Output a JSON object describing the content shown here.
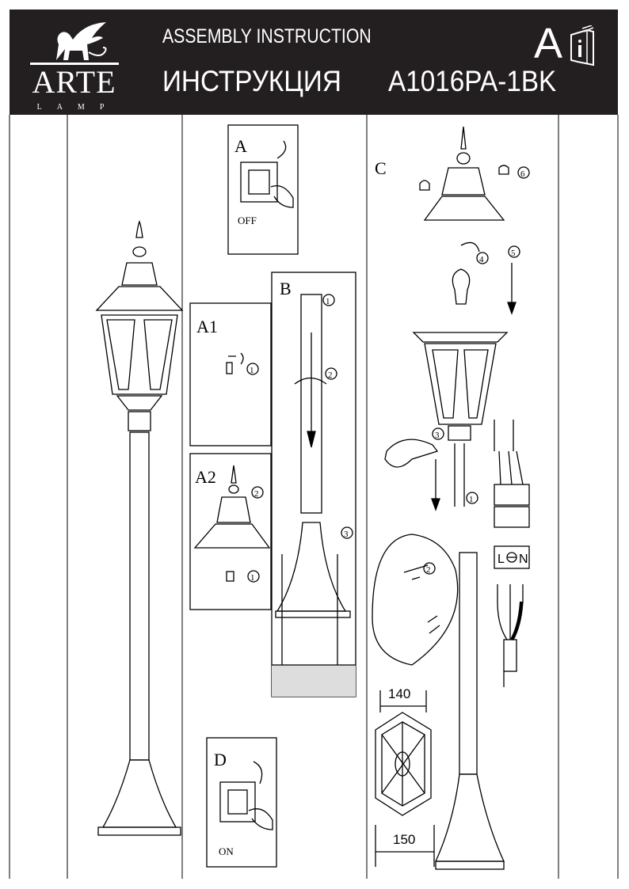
{
  "header": {
    "brand": "ARTE",
    "brand_sub": "LAMP",
    "title_en": "ASSEMBLY INSTRUCTION",
    "title_ru": "ИНСТРУКЦИЯ",
    "model": "A1016PA-1BK",
    "language_letter": "A"
  },
  "panels": {
    "a": {
      "label": "A",
      "switch_state": "OFF"
    },
    "a1": {
      "label": "A1",
      "step": "1"
    },
    "a2": {
      "label": "A2",
      "steps": [
        "2",
        "1"
      ]
    },
    "b": {
      "label": "B",
      "steps": [
        "1",
        "2",
        "3"
      ]
    },
    "c": {
      "label": "C",
      "steps": [
        "1",
        "2",
        "3",
        "4",
        "5",
        "6"
      ],
      "wiring_labels": [
        "L",
        "N"
      ]
    },
    "d": {
      "label": "D",
      "switch_state": "ON"
    }
  },
  "dimensions": {
    "top_width": "140",
    "base_width": "150"
  }
}
